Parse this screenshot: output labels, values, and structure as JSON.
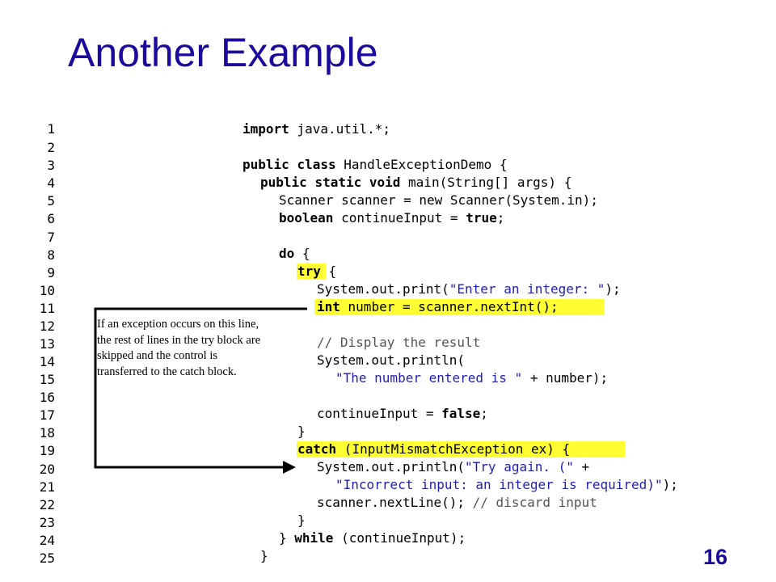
{
  "title": "Another Example",
  "line_numbers": [
    "1",
    "2",
    "3",
    "4",
    "5",
    "6",
    "7",
    "8",
    "9",
    "10",
    "11",
    "12",
    "13",
    "14",
    "15",
    "16",
    "17",
    "18",
    "19",
    "20",
    "21",
    "22",
    "23",
    "24",
    "25"
  ],
  "code": {
    "l1_kw": "import",
    "l1_rest": " java.util.*;",
    "l3_kw1": "public",
    "l3_kw2": "class",
    "l3_rest": " HandleExceptionDemo {",
    "l4_kw1": "public",
    "l4_kw2": "static",
    "l4_kw3": "void",
    "l4_rest": " main(String[] args) {",
    "l5_text": "Scanner scanner = new Scanner(System.in);",
    "l6_kw": "boolean",
    "l6_mid": " continueInput = ",
    "l6_kw2": "true",
    "l6_end": ";",
    "l8_kw": "do",
    "l8_rest": " {",
    "l9_kw": "try",
    "l9_rest": " {",
    "l10_pre": "System.out.print(",
    "l10_str": "\"Enter an integer: \"",
    "l10_post": ");",
    "l11_kw": "int",
    "l11_rest": " number = scanner.nextInt();",
    "l13_comment": "// Display the result",
    "l14_text": "System.out.println(",
    "l15_str": "\"The number entered is \"",
    "l15_rest": " + number);",
    "l17_pre": "continueInput = ",
    "l17_kw": "false",
    "l17_end": ";",
    "l18_text": "}",
    "l19_kw": "catch",
    "l19_rest": " (InputMismatchException ex) {",
    "l20_pre": "System.out.println(",
    "l20_str": "\"Try again. (\"",
    "l20_post": " +",
    "l21_str": "\"Incorrect input: an integer is required)\"",
    "l21_post": ");",
    "l22_pre": "scanner.nextLine(); ",
    "l22_comment": "// discard input",
    "l23_text": "}",
    "l24_pre": "} ",
    "l24_kw": "while",
    "l24_rest": " (continueInput);",
    "l25_text": "}"
  },
  "annotation": {
    "line1": "If an exception occurs on this line,",
    "line2": "the rest of lines in the try block are",
    "line3": "skipped and the control is",
    "line4": "transferred to the catch block."
  },
  "page_number": "16",
  "colors": {
    "title": "#1a0b9e",
    "highlight": "#ffff33",
    "string": "#1f1fb8"
  }
}
